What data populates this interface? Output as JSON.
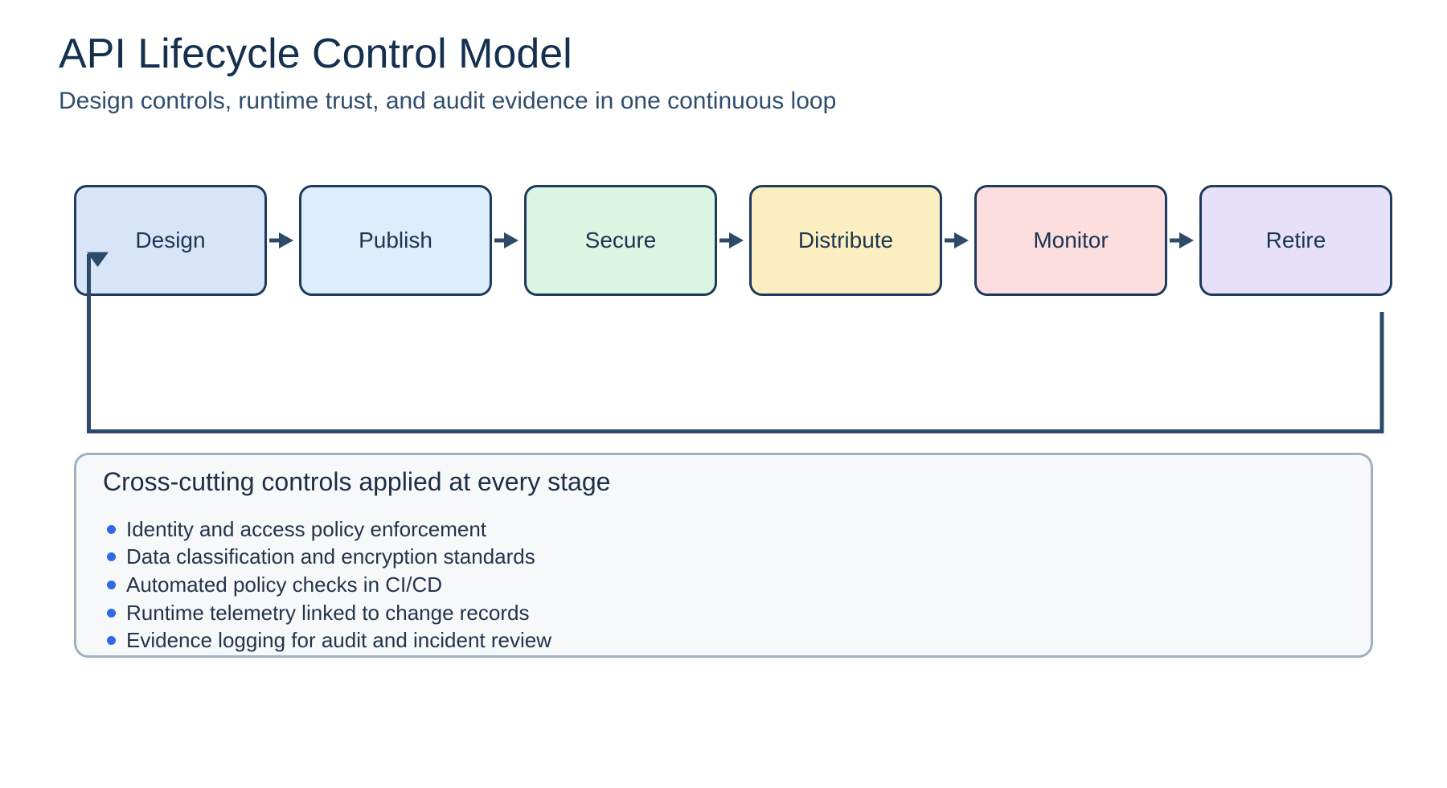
{
  "header": {
    "title": "API Lifecycle Control Model",
    "subtitle": "Design controls, runtime trust, and audit evidence in one continuous loop"
  },
  "pipeline": {
    "stages": [
      {
        "label": "Design",
        "fill": "#d8e5f8"
      },
      {
        "label": "Publish",
        "fill": "#dcedfb"
      },
      {
        "label": "Secure",
        "fill": "#dcf6e4"
      },
      {
        "label": "Distribute",
        "fill": "#fbeec0"
      },
      {
        "label": "Monitor",
        "fill": "#fcdede"
      },
      {
        "label": "Retire",
        "fill": "#e6e1f8"
      }
    ],
    "box_border_color": "#1e3a5c",
    "connector_color": "#2d4a68",
    "feedback_loop_color": "#2d4a68"
  },
  "panel": {
    "heading": "Cross-cutting controls applied at every stage",
    "bullet_color": "#2d6ae3",
    "items": [
      "Identity and access policy enforcement",
      "Data classification and encryption standards",
      "Automated policy checks in CI/CD",
      "Runtime telemetry linked to change records",
      "Evidence logging for audit and incident review"
    ]
  }
}
